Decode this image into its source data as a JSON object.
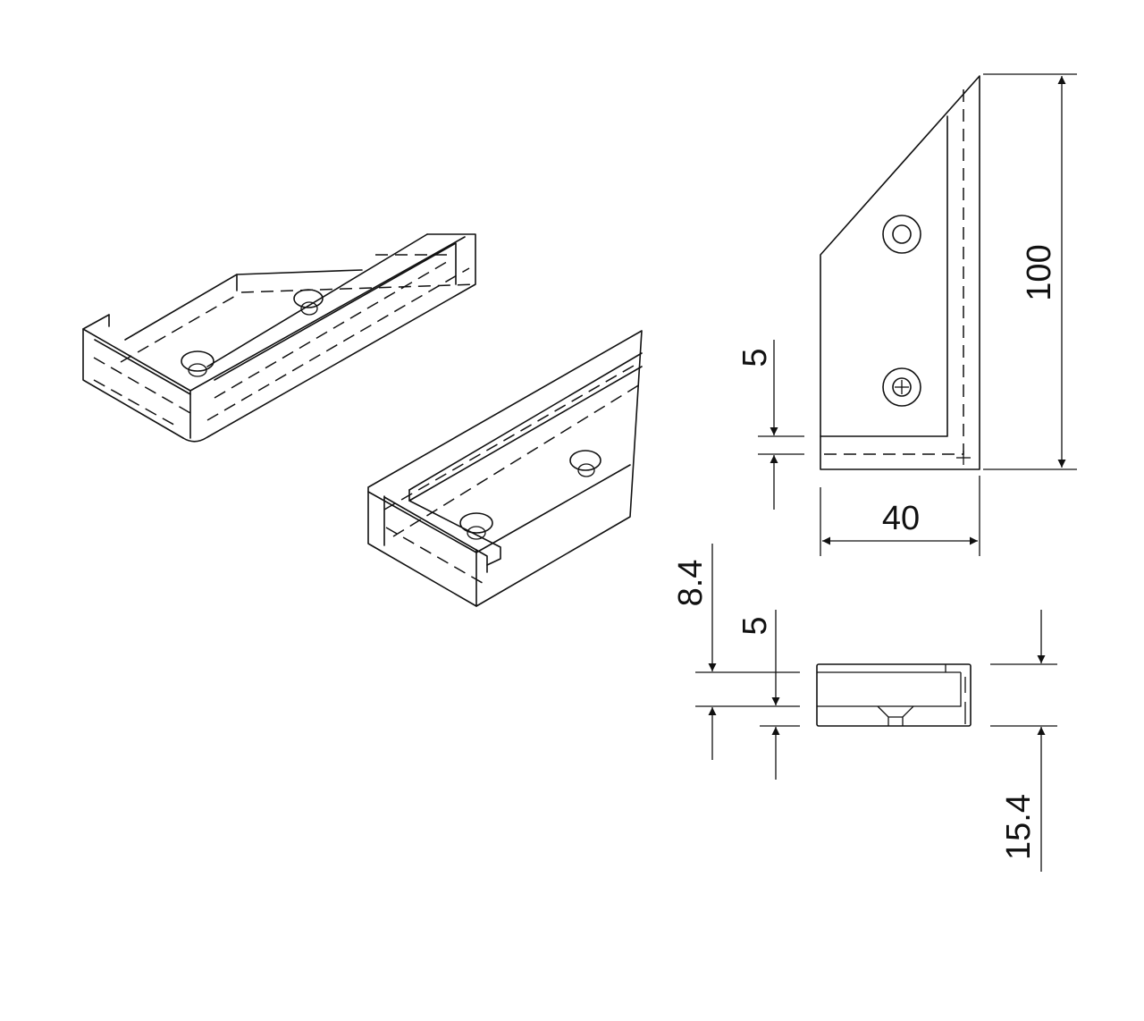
{
  "drawing": {
    "dimensions": {
      "height_front": "100",
      "width_front": "40",
      "slot_front": "5",
      "offset_side": "8.4",
      "slot_side": "5",
      "thickness_side": "15.4"
    }
  }
}
